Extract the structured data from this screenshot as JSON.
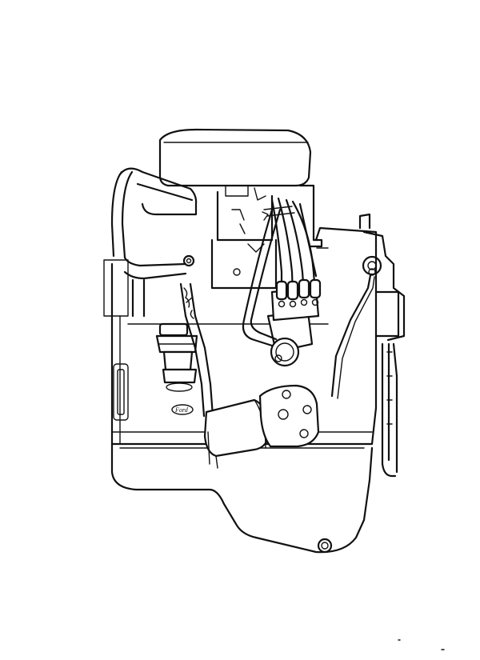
{
  "diagram": {
    "logo_text": "Ford",
    "colors": {
      "line": "#111111",
      "background": "#ffffff"
    },
    "parts": [
      "air-cleaner",
      "upper-radiator-hose",
      "heater-hose",
      "engine-block",
      "oil-pan",
      "fuel-pump",
      "distributor",
      "spark-plug-wires",
      "starter-motor",
      "oil-dipstick",
      "fan-belt",
      "drain-plug"
    ]
  }
}
